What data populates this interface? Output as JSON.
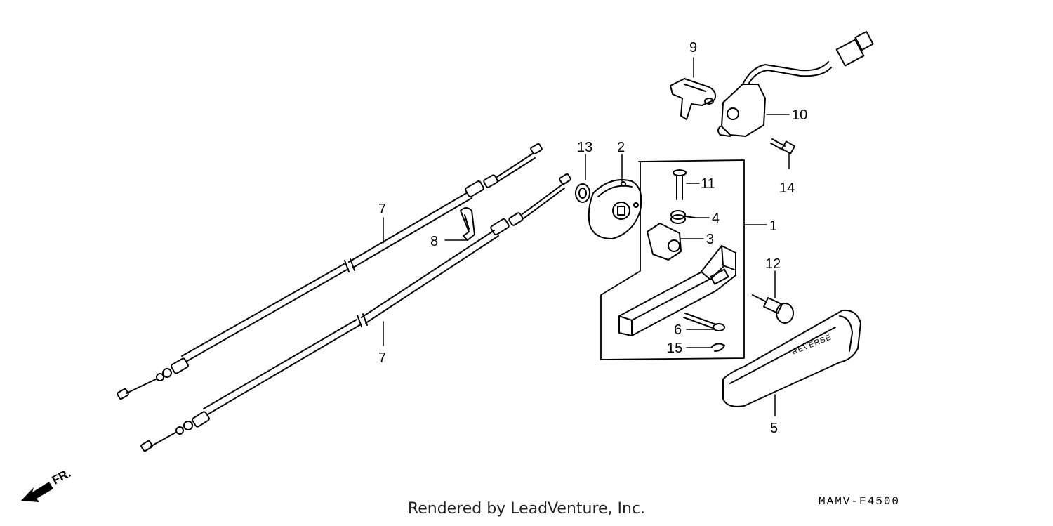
{
  "callouts": [
    "1",
    "2",
    "3",
    "4",
    "5",
    "6",
    "7",
    "7",
    "8",
    "9",
    "10",
    "11",
    "12",
    "13",
    "14",
    "15"
  ],
  "direction_label": "FR.",
  "embossed_text": "REVERSE",
  "footer_text": "Rendered by LeadVenture, Inc.",
  "diagram_code": "MAMV-F4500",
  "colors": {
    "line": "#000000",
    "background": "#ffffff"
  }
}
